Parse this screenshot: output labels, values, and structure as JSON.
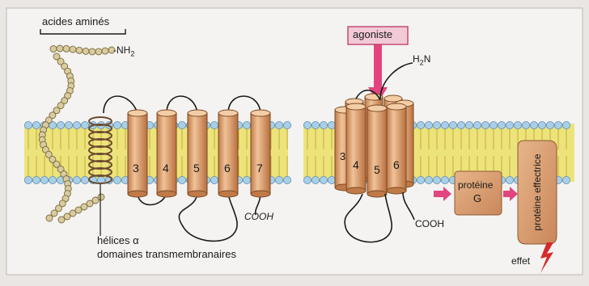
{
  "left_panel": {
    "amino_label": "acides aminés",
    "nh2_label": "-NH",
    "nh2_sub": "2",
    "cooh_label": "COOH",
    "helix_label_line1": "hélices α",
    "helix_label_line2": "domaines transmembranaires",
    "helices": [
      "3",
      "4",
      "5",
      "6",
      "7"
    ]
  },
  "right_panel": {
    "agonist_label": "agoniste",
    "h2n_label": "H",
    "h2n_sub": "2",
    "h2n_tail": "N",
    "cooh_label": "COOH",
    "helices": [
      "3",
      "4",
      "5",
      "6"
    ],
    "g_protein_line1": "protéine",
    "g_protein_line2": "G",
    "effector_label": "protéine effectrice",
    "effect_label": "effet"
  },
  "colors": {
    "membrane_yellow": "#ece47a",
    "lipid_head_blue": "#a9cfe8",
    "helix_fill": "#d9a173",
    "agonist_pink": "#e2457e"
  }
}
